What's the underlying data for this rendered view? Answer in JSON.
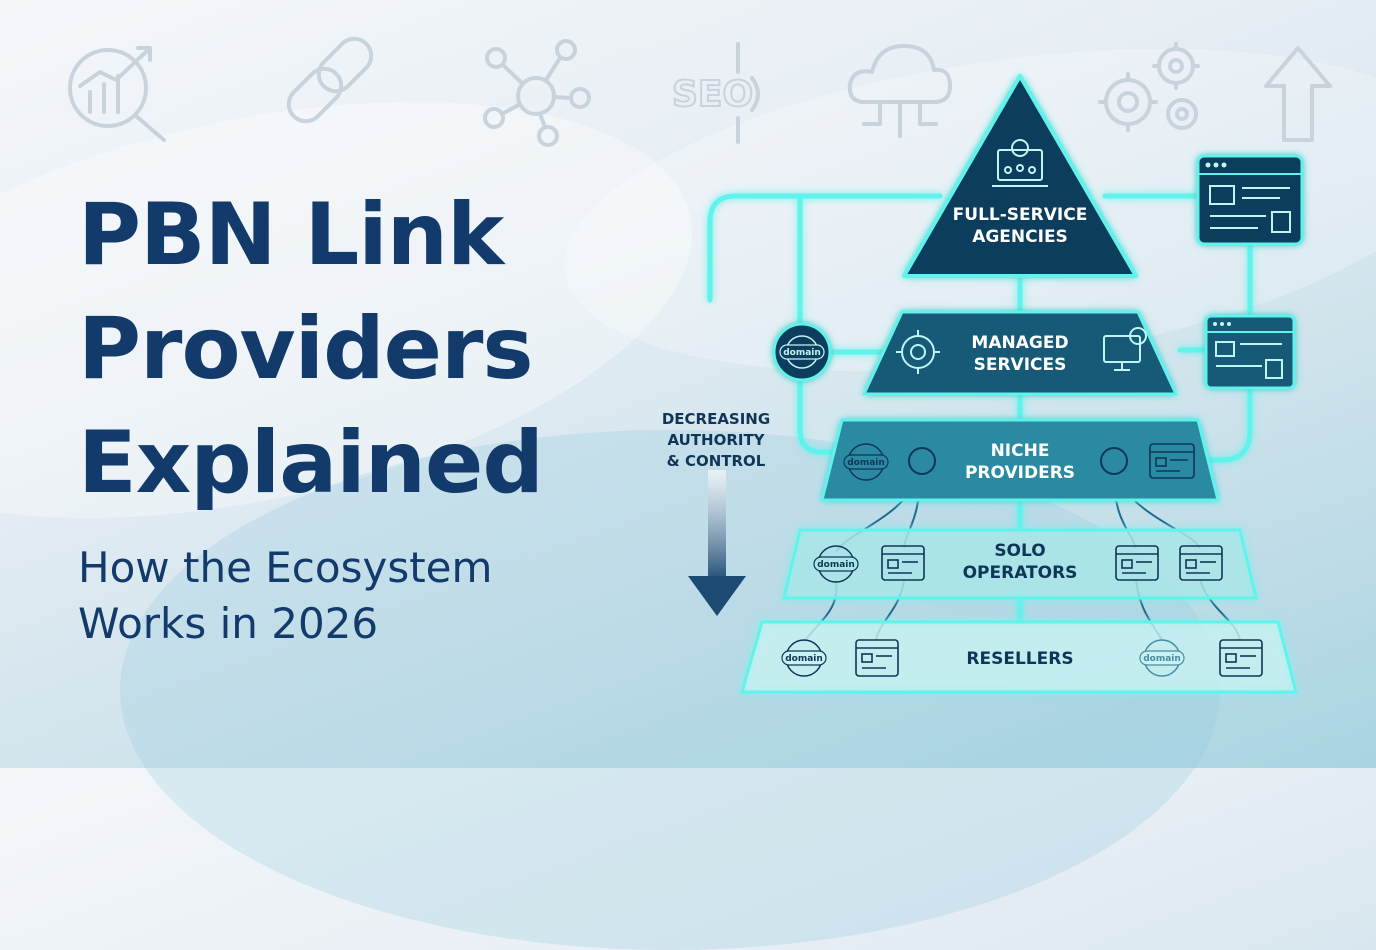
{
  "headline": [
    "PBN Link",
    "Providers",
    "Explained"
  ],
  "subheadline": [
    "How the Ecosystem",
    "Works in 2026"
  ],
  "background_icons": [
    "analytics-search-icon",
    "chain-link-icon",
    "network-nodes-icon",
    "seo-icon",
    "cloud-network-icon",
    "gears-icon",
    "up-arrow-icon"
  ],
  "seo_icon_text": "SEO",
  "pyramid": {
    "tiers": [
      {
        "lines": [
          "FULL-SERVICE",
          "AGENCIES"
        ]
      },
      {
        "lines": [
          "MANAGED",
          "SERVICES"
        ]
      },
      {
        "lines": [
          "NICHE",
          "PROVIDERS"
        ]
      },
      {
        "lines": [
          "SOLO",
          "OPERATORS"
        ]
      },
      {
        "lines": [
          "RESELLERS"
        ]
      }
    ],
    "domain_icon_text": "domain",
    "arrow_label": [
      "DECREASING",
      "AUTHORITY",
      "& CONTROL"
    ]
  },
  "colors": {
    "headline": "#123a6b",
    "tier_dark": "#0f3d5c",
    "glow": "#5ff3ec",
    "tier_light": "#c9f3f3"
  }
}
